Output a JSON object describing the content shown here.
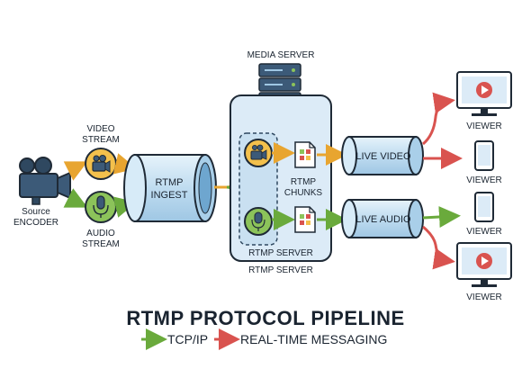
{
  "diagram": {
    "title": "RTMP PROTOCOL PIPELINE",
    "legend": {
      "tcp_label": "TCP/IP",
      "realtime_label": "REAL-TIME MESSAGING",
      "tcp_color": "#6aaa3c",
      "realtime_color": "#d9534f"
    },
    "colors": {
      "video_path": "#e8a530",
      "audio_path": "#6aaa3c",
      "pipe": "#cfe6f5",
      "server_panel": "#dcebf7",
      "outline": "#1f2a36"
    },
    "nodes": {
      "source": {
        "label_line1": "Source",
        "label_line2": "ENCODER",
        "icon": "video-camera-icon"
      },
      "video_stream": {
        "label_line1": "VIDEO",
        "label_line2": "STREAM",
        "icon": "video-camera-icon"
      },
      "audio_stream": {
        "label_line1": "AUDIO",
        "label_line2": "STREAM",
        "icon": "microphone-icon"
      },
      "ingest": {
        "label_line1": "RTMP",
        "label_line2": "INGEST"
      },
      "media_server": {
        "label": "MEDIA SERVER",
        "icon": "server-rack-icon"
      },
      "chunks": {
        "label_line1": "RTMP",
        "label_line2": "CHUNKS",
        "icon": "document-icon"
      },
      "rtmp_server_inner": {
        "label": "RTMP SERVER"
      },
      "rtmp_server_outer": {
        "label": "RTMP SERVER"
      },
      "live_video": {
        "label": "LIVE VIDEO"
      },
      "live_audio": {
        "label": "LIVE AUDIO"
      },
      "viewers": [
        {
          "label": "VIEWER",
          "device": "monitor-icon"
        },
        {
          "label": "VIEWER",
          "device": "phone-icon"
        },
        {
          "label": "VIEWER",
          "device": "phone-icon"
        },
        {
          "label": "VIEWER",
          "device": "monitor-icon"
        }
      ]
    }
  }
}
